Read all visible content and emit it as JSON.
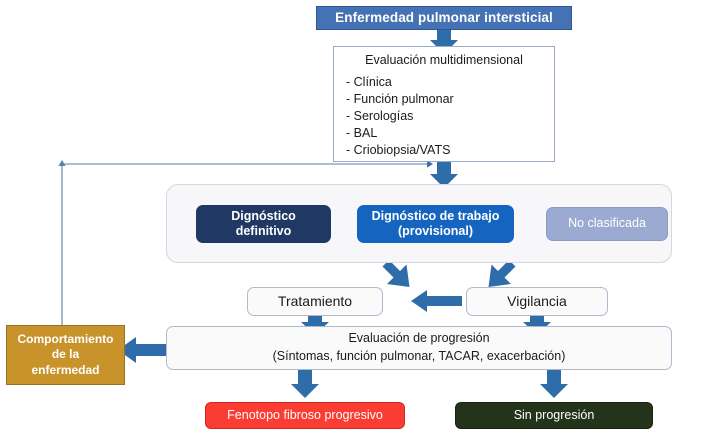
{
  "diagram": {
    "title_box": {
      "label": "Enfermedad pulmonar intersticial",
      "color": "#4472B4"
    },
    "evaluation": {
      "title": "Evaluación multidimensional",
      "items": [
        "Clínica",
        "Función pulmonar",
        "Serologías",
        "BAL",
        "Criobiopsia/VATS"
      ]
    },
    "diagnosis": {
      "options": [
        {
          "label_line1": "Dignóstico",
          "label_line2": "definitivo",
          "color": "#1F3864"
        },
        {
          "label_line1": "Dignóstico de trabajo",
          "label_line2": "(provisional)",
          "color": "#1565C0"
        },
        {
          "label_line1": "No clasificada",
          "label_line2": "",
          "color": "#9BAAD0"
        }
      ]
    },
    "actions": {
      "treatment": "Tratamiento",
      "surveillance": "Vigilancia"
    },
    "progression": {
      "line1": "Evaluación de progresión",
      "line2": "(Síntomas, función pulmonar, TACAR, exacerbación)"
    },
    "behaviour": {
      "line1": "Comportamiento",
      "line2": "de la",
      "line3": "enfermedad",
      "color": "#C8932B"
    },
    "outcomes": [
      {
        "label": "Fenotopo fibroso progresivo",
        "color": "#FA3C32"
      },
      {
        "label": "Sin progresión",
        "color": "#23341A"
      }
    ],
    "arrow_color": "#2E6DA9",
    "feedback_line_color": "#5B7FA6"
  }
}
